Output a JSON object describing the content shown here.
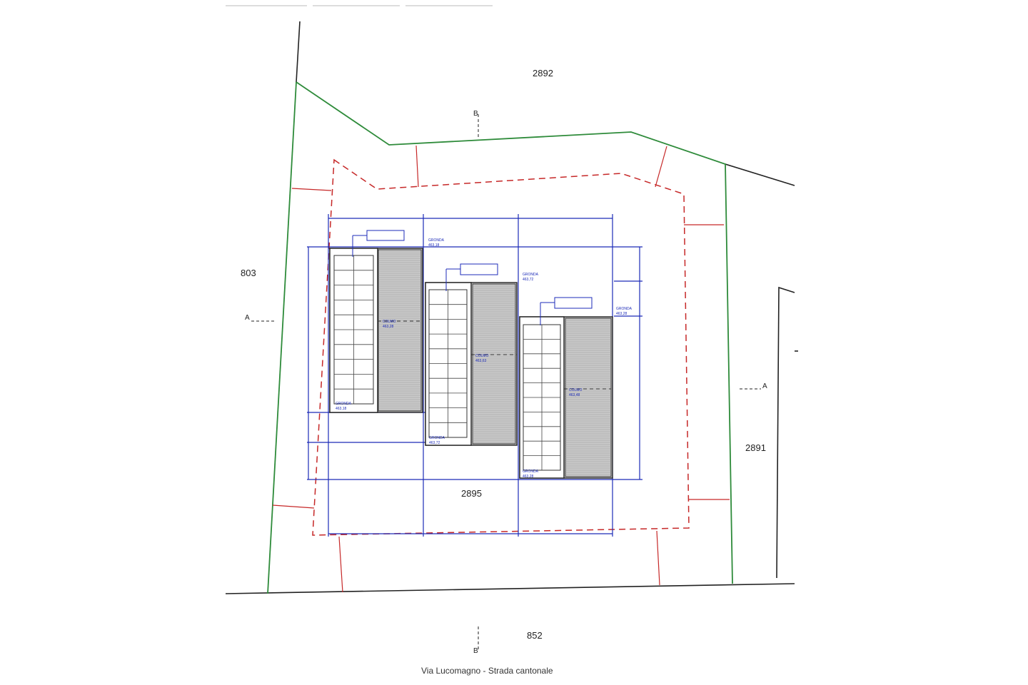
{
  "parcels": {
    "north": "2892",
    "west": "803",
    "east": "2891",
    "site": "2895",
    "south": "852"
  },
  "road_label": "Via Lucomagno - Strada cantonale",
  "section_markers": {
    "a_left": "A",
    "a_right": "A",
    "b_top": "B",
    "b_bottom": "B"
  },
  "buildings": [
    {
      "ridge_label": "GRONDA",
      "ridge_value": "463,18",
      "eave_label": "COLMO",
      "eave_value": "463,28",
      "bottom_label": "GRONDA",
      "bottom_value": "463,18"
    },
    {
      "ridge_label": "GRONDA",
      "ridge_value": "463,72",
      "eave_label": "COLMO",
      "eave_value": "463,63",
      "bottom_label": "GRONDA",
      "bottom_value": "463,72"
    },
    {
      "ridge_label": "GRONDA",
      "ridge_value": "463,28",
      "eave_label": "COLMO",
      "eave_value": "463,48",
      "bottom_label": "GRONDA",
      "bottom_value": "463,28"
    }
  ],
  "colors": {
    "boundary": "#2e8b3a",
    "setback": "#c62828",
    "dimension": "#1c2bb8",
    "roof_fill": "#c9c9c9",
    "outline": "#222222"
  }
}
